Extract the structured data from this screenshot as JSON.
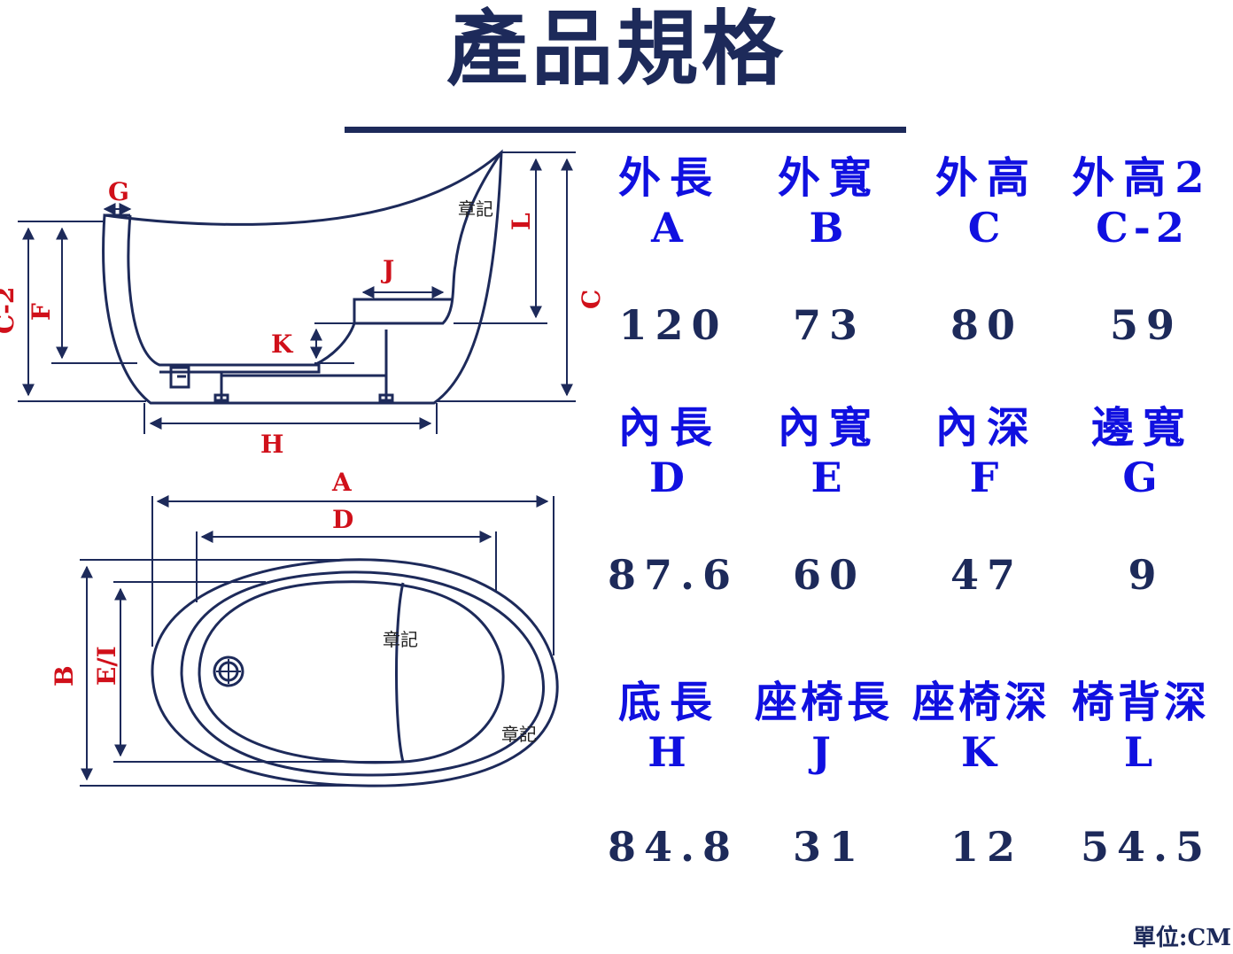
{
  "title": "產品規格",
  "unit": "單位:CM",
  "diagram_labels": {
    "G": "G",
    "L": "L",
    "C": "C",
    "C2": "C-2",
    "F": "F",
    "K": "K",
    "J": "J",
    "H": "H",
    "A": "A",
    "D": "D",
    "B": "B",
    "EI": "E/I",
    "stamp": "章記"
  },
  "specs": [
    {
      "label": "外長",
      "code": "A",
      "value": "120"
    },
    {
      "label": "外寬",
      "code": "B",
      "value": "73"
    },
    {
      "label": "外高",
      "code": "C",
      "value": "80"
    },
    {
      "label": "外高2",
      "code": "C-2",
      "value": "59"
    },
    {
      "label": "內長",
      "code": "D",
      "value": "87.6"
    },
    {
      "label": "內寬",
      "code": "E",
      "value": "60"
    },
    {
      "label": "內深",
      "code": "F",
      "value": "47"
    },
    {
      "label": "邊寬",
      "code": "G",
      "value": "9"
    },
    {
      "label": "底長",
      "code": "H",
      "value": "84.8"
    },
    {
      "label": "座椅長",
      "code": "J",
      "value": "31"
    },
    {
      "label": "座椅深",
      "code": "K",
      "value": "12"
    },
    {
      "label": "椅背深",
      "code": "L",
      "value": "54.5"
    }
  ],
  "colors": {
    "navy": "#1d2a5a",
    "blue": "#1010e0",
    "red": "#d0101a"
  }
}
